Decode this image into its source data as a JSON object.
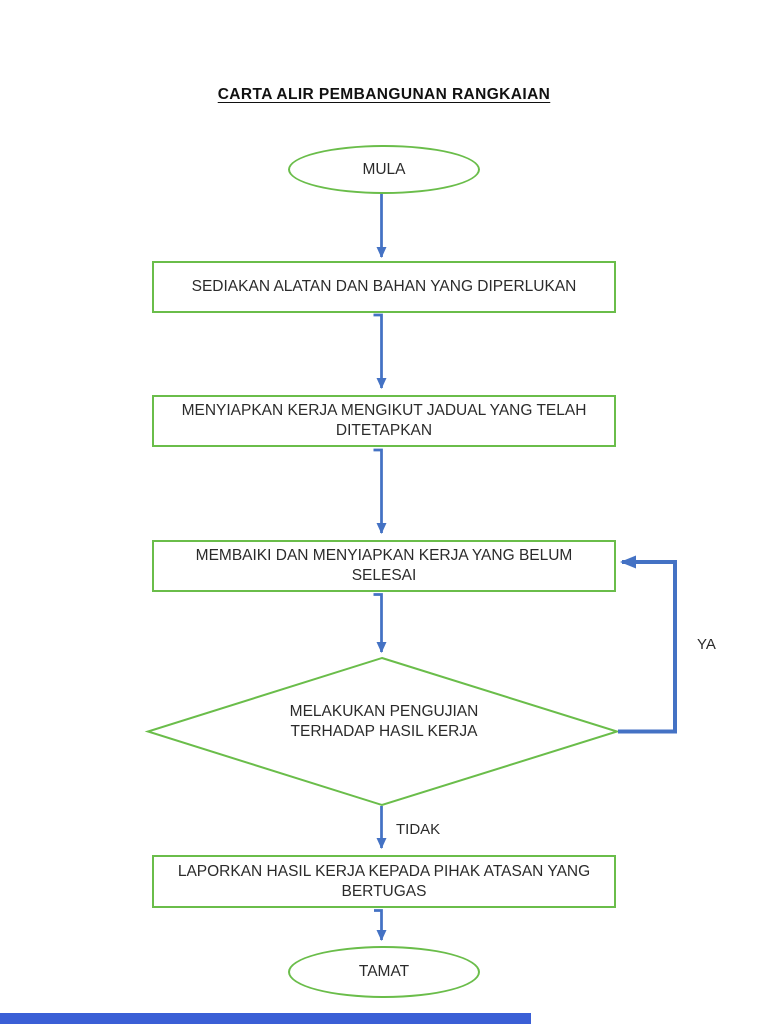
{
  "title": "CARTA ALIR PEMBANGUNAN RANGKAIAN",
  "flowchart": {
    "nodes": [
      {
        "id": "start",
        "type": "terminator",
        "label": "MULA"
      },
      {
        "id": "step1",
        "type": "process",
        "label": "SEDIAKAN ALATAN DAN BAHAN YANG DIPERLUKAN"
      },
      {
        "id": "step2",
        "type": "process",
        "label": "MENYIAPKAN KERJA MENGIKUT JADUAL YANG TELAH DITETAPKAN"
      },
      {
        "id": "step3",
        "type": "process",
        "label": "MEMBAIKI DAN MENYIAPKAN KERJA YANG BELUM SELESAI"
      },
      {
        "id": "decision",
        "type": "decision",
        "label": "MELAKUKAN PENGUJIAN TERHADAP HASIL KERJA"
      },
      {
        "id": "step4",
        "type": "process",
        "label": "LAPORKAN HASIL KERJA KEPADA PIHAK ATASAN YANG BERTUGAS"
      },
      {
        "id": "end",
        "type": "terminator",
        "label": "TAMAT"
      }
    ],
    "branch_labels": {
      "yes": "YA",
      "no": "TIDAK"
    }
  },
  "colors": {
    "shape_outline": "#6abd4a",
    "connector_blue": "#4472c4",
    "text": "#2b2b2b",
    "title_text": "#111111",
    "bottom_bar": "#3a5fd6"
  }
}
